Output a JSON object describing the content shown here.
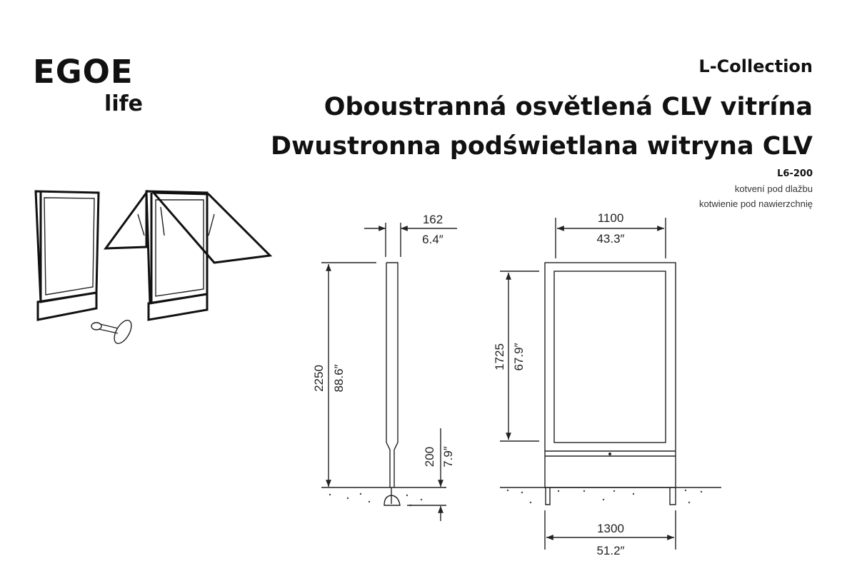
{
  "logo": {
    "line1": "EGOE",
    "line2": "life"
  },
  "header": {
    "collection": "L-Collection",
    "title_cz": "Oboustranná osvětlená CLV vitrína",
    "title_pl": "Dwustronna podświetlana witryna CLV",
    "model": "L6-200",
    "anchoring_cz": "kotvení pod dlažbu",
    "anchoring_pl": "kotwienie pod nawierzchnię"
  },
  "side_view": {
    "depth_mm": "162",
    "depth_in": "6.4″",
    "height_mm": "2250",
    "height_in": "88.6″",
    "anchor_mm": "200",
    "anchor_in": "7.9″"
  },
  "front_view": {
    "panel_width_mm": "1100",
    "panel_width_in": "43.3″",
    "panel_height_mm": "1725",
    "panel_height_in": "67.9″",
    "total_width_mm": "1300",
    "total_width_in": "51.2″"
  },
  "colors": {
    "ink": "#111111",
    "background": "#ffffff"
  }
}
